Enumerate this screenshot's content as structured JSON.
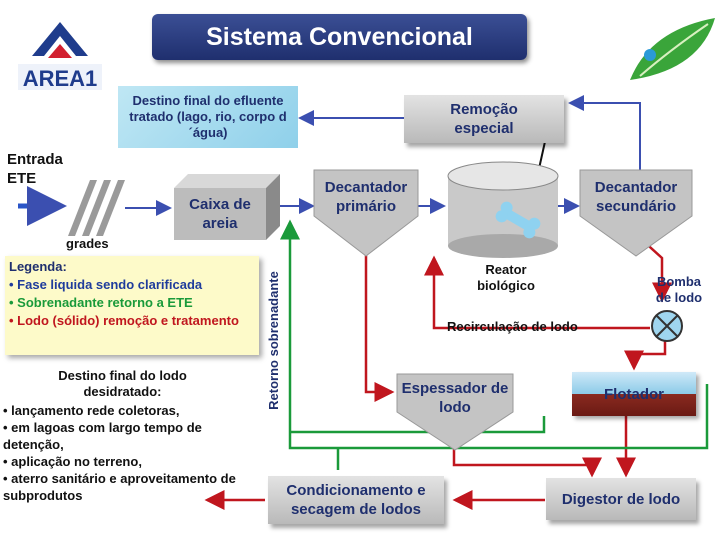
{
  "title": "Sistema Convencional",
  "logo": {
    "text": "AREA1",
    "colors": {
      "blue": "#1f3c8c",
      "red": "#d22030"
    }
  },
  "nodes": {
    "destino_efluente": "Destino final do efluente tratado (lago, rio, corpo d´água)",
    "remocao_especial": "Remoção especial",
    "entrada_ete": "Entrada ETE",
    "grades": "grades",
    "caixa_areia": "Caixa de areia",
    "decantador_primario": "Decantador primário",
    "reator_biologico": "Reator biológico",
    "decantador_secundario": "Decantador secundário",
    "bomba_lodo": "Bomba de lodo",
    "recirculacao_lodo": "Recirculação de lodo",
    "retorno_sobrenadante": "Retorno sobrenadante",
    "espessador": "Espessador de lodo",
    "flotador": "Flotador",
    "condicionamento": "Condicionamento e secagem de lodos",
    "digestor": "Digestor de lodo"
  },
  "legend": {
    "title": "Legenda:",
    "items": [
      {
        "text": "• Fase liquida sendo clarificada",
        "color": "#1f3c9c"
      },
      {
        "text": "• Sobrenadante retorno a ETE",
        "color": "#1a9a3a"
      },
      {
        "text": "• Lodo (sólido) remoção e tratamento",
        "color": "#c0161e"
      }
    ]
  },
  "destino_lodo": {
    "title": "Destino final do lodo desidratado:",
    "items": [
      "• lançamento rede coletoras,",
      "• em lagoas com largo tempo de detenção,",
      "• aplicação no terreno,",
      "• aterro sanitário e aproveitamento de subprodutos"
    ]
  },
  "colors": {
    "liquid": "#3b4fb0",
    "supernatant": "#1a9a3a",
    "sludge": "#c0161e",
    "title_bg": "#2a3a80"
  }
}
